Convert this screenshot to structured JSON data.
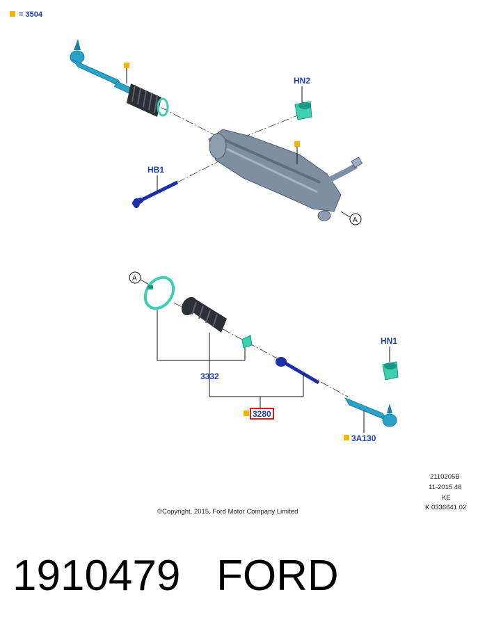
{
  "legend": {
    "marker_color": "#f5b400",
    "text": "= 3504"
  },
  "colors": {
    "part_cyan": "#2aa3c9",
    "part_cyan_dark": "#1a7fa3",
    "boot_dark": "#2b2f36",
    "rack_gray": "#7f8fa3",
    "rod_blue": "#1c2fa8",
    "mount_teal": "#3ccfb0",
    "label_blue": "#1f3fb5",
    "highlight_red": "#d42020"
  },
  "labels": {
    "hn2": "HN2",
    "hb1": "HB1",
    "hn1": "HN1",
    "p3332": "3332",
    "p3280": "3280",
    "p3a130": "3A130",
    "callout_a_top": "A",
    "callout_a_bottom": "A"
  },
  "reference": {
    "line1": "2110205B",
    "line2": "11-2015 46",
    "line3": "KE",
    "line4": "K 0336641 02"
  },
  "copyright": "©Copyright, 2015, Ford Motor Company Limited",
  "caption": {
    "part_number": "1910479",
    "brand": "FORD",
    "separator": "   "
  }
}
